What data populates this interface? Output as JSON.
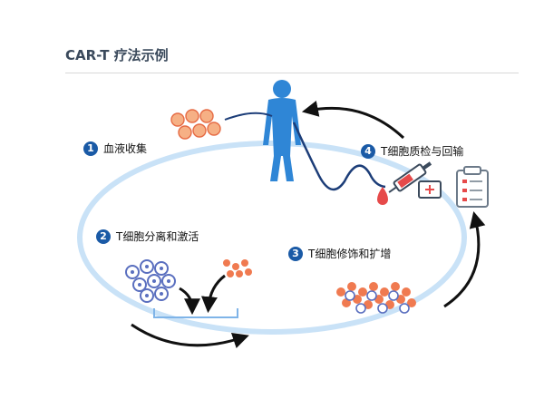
{
  "title": "CAR-T 疗法示例",
  "steps": [
    {
      "num": "1",
      "label": "血液收集"
    },
    {
      "num": "2",
      "label": "T细胞分离和激活"
    },
    {
      "num": "3",
      "label": "T细胞修饰和扩增"
    },
    {
      "num": "4",
      "label": "T细胞质检与回输"
    }
  ],
  "colors": {
    "accent": "#1a5aa6",
    "body": "#2f86d6",
    "loop": "#c9e2f7",
    "orange_cell": "#f07a50",
    "blue_cell": "#5a6fbf"
  },
  "icons": [
    "human-body-icon",
    "syringe-icon",
    "clipboard-icon",
    "t-cell-icon",
    "blood-cell-icon"
  ]
}
